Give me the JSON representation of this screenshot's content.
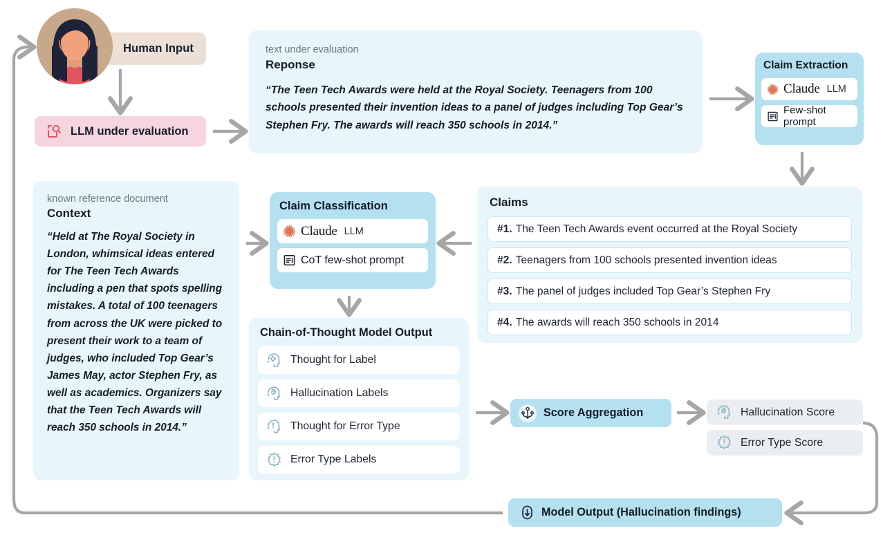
{
  "diagram": {
    "title": "LLM Hallucination Evaluation Pipeline",
    "colors": {
      "panel_light": "#e8f6fb",
      "panel_mid": "#b5e0ef",
      "human_pill": "#ece0d6",
      "llm_pill": "#f6d5de",
      "llm_icon": "#e05566",
      "claude_orange": "#d97757",
      "arrow_grey": "#a6a6a6",
      "icon_blue": "#8fb8c4",
      "score_item_bg": "#ebeef0",
      "text_dark": "#151b28",
      "label_grey": "#6b7682"
    }
  },
  "human": {
    "label": "Human Input",
    "avatar_icon": "user-avatar-icon"
  },
  "llm_under_evaluation": {
    "label": "LLM under evaluation",
    "icon": "document-search-icon"
  },
  "response": {
    "caption": "text under evaluation",
    "title": "Reponse",
    "body": "“The Teen Tech Awards were held at the Royal Society. Teenagers from 100 schools presented their invention ideas to a panel of judges including Top Gear’s Stephen Fry. The awards will reach 350 schools in 2014.”"
  },
  "claim_extraction": {
    "title": "Claim Extraction",
    "chips": [
      {
        "icon": "claude-starburst-icon",
        "brand": "Claude",
        "suffix": "LLM"
      },
      {
        "icon": "document-lines-icon",
        "label": "Few-shot prompt"
      }
    ]
  },
  "context": {
    "caption": "known reference document",
    "title": "Context",
    "body": "“Held at The Royal Society in London, whimsical ideas entered for The Teen Tech Awards including a pen that spots spelling mistakes. A total of 100 teenagers from across the UK were picked to present their work to a team of judges, who included Top Gear’s James May, actor Stephen Fry, as well as academics. Organizers say that the Teen Tech Awards will reach 350 schools in 2014.”"
  },
  "claim_classification": {
    "title": "Claim Classification",
    "chips": [
      {
        "icon": "claude-starburst-icon",
        "brand": "Claude",
        "suffix": "LLM"
      },
      {
        "icon": "document-lines-icon",
        "label": "CoT few-shot prompt"
      }
    ]
  },
  "claims": {
    "title": "Claims",
    "items": [
      {
        "num": "#1.",
        "text": "The Teen Tech Awards event occurred at the Royal Society"
      },
      {
        "num": "#2.",
        "text": "Teenagers from 100 schools presented invention ideas"
      },
      {
        "num": "#3.",
        "text": "The panel of judges included Top Gear’s Stephen Fry"
      },
      {
        "num": "#4.",
        "text": "The awards will reach 350 schools in 2014"
      }
    ]
  },
  "cot_output": {
    "title": "Chain-of-Thought Model Output",
    "items": [
      {
        "icon": "head-gear-icon",
        "label": "Thought for Label"
      },
      {
        "icon": "head-spiral-icon",
        "label": "Hallucination Labels"
      },
      {
        "icon": "head-exclamation-icon",
        "label": "Thought for Error Type"
      },
      {
        "icon": "starburst-exclamation-icon",
        "label": "Error Type Labels"
      }
    ]
  },
  "score_aggregation": {
    "label": "Score Aggregation",
    "icon": "aggregation-merge-icon"
  },
  "scores": [
    {
      "icon": "head-spiral-icon",
      "label": "Hallucination Score"
    },
    {
      "icon": "starburst-exclamation-icon",
      "label": "Error Type Score"
    }
  ],
  "model_output": {
    "label": "Model Output (Hallucination findings)",
    "icon": "circle-down-arrow-icon"
  }
}
